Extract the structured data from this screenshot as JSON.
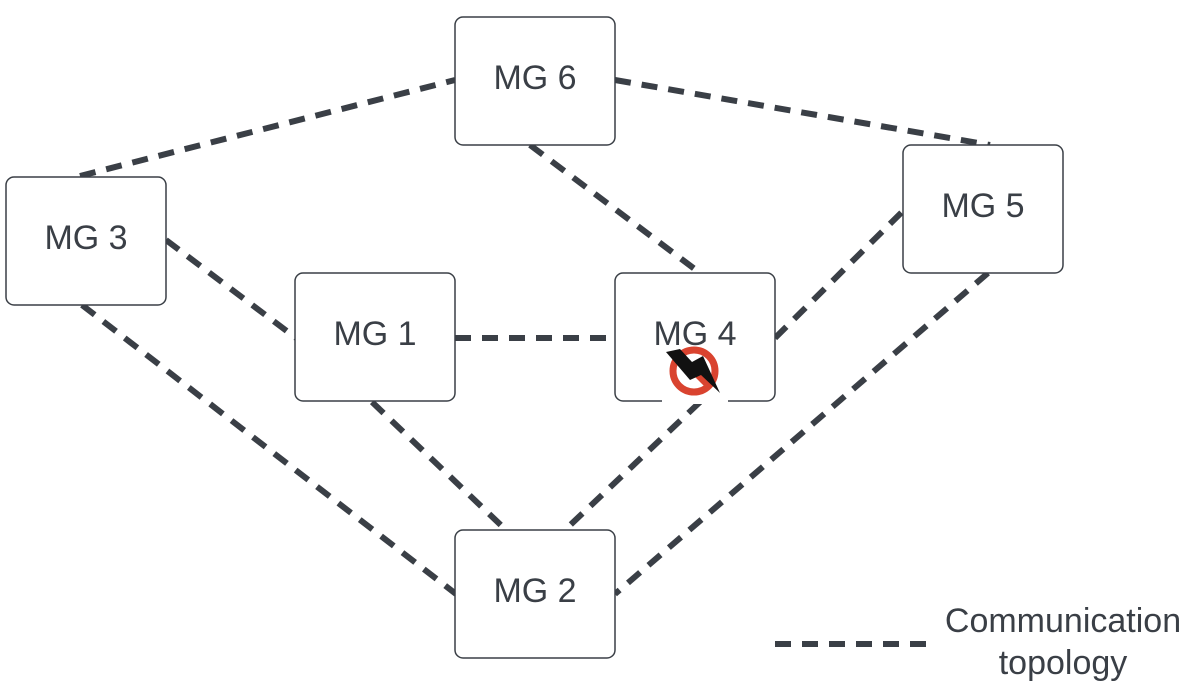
{
  "nodes": [
    {
      "id": "mg1",
      "label": "MG 1"
    },
    {
      "id": "mg2",
      "label": "MG 2"
    },
    {
      "id": "mg3",
      "label": "MG 3"
    },
    {
      "id": "mg4",
      "label": "MG 4",
      "status": "fault"
    },
    {
      "id": "mg5",
      "label": "MG 5"
    },
    {
      "id": "mg6",
      "label": "MG 6"
    }
  ],
  "edges": [
    {
      "from": "mg3",
      "to": "mg6"
    },
    {
      "from": "mg6",
      "to": "mg5"
    },
    {
      "from": "mg6",
      "to": "mg4"
    },
    {
      "from": "mg3",
      "to": "mg1"
    },
    {
      "from": "mg3",
      "to": "mg2"
    },
    {
      "from": "mg1",
      "to": "mg4"
    },
    {
      "from": "mg1",
      "to": "mg2"
    },
    {
      "from": "mg4",
      "to": "mg2"
    },
    {
      "from": "mg4",
      "to": "mg5"
    },
    {
      "from": "mg5",
      "to": "mg2"
    }
  ],
  "fault_icon": "no-power-icon",
  "legend": {
    "line1": "Communication",
    "line2": "topology",
    "line_style": "dashed"
  },
  "colors": {
    "line": "#3a3f46",
    "fault": "#d9432f",
    "text": "#3a3f46"
  }
}
